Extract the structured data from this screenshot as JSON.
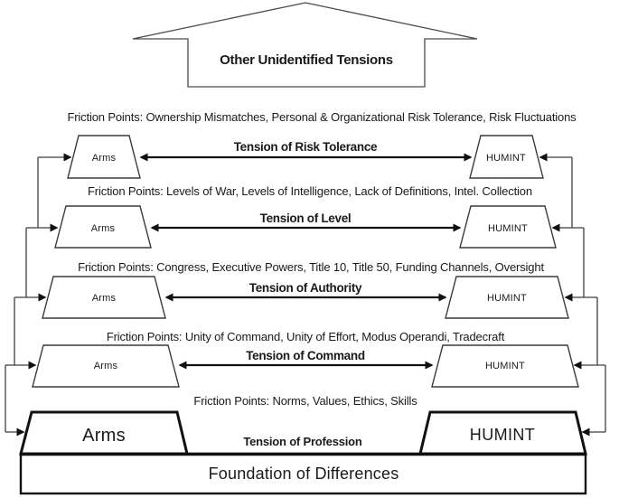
{
  "top_arrow": {
    "label": "Other Unidentified Tensions"
  },
  "rows": [
    {
      "friction": "Friction Points: Ownership Mismatches, Personal & Organizational Risk Tolerance, Risk Fluctuations",
      "tension": "Tension of Risk Tolerance",
      "left": "Arms",
      "right": "HUMINT"
    },
    {
      "friction": "Friction Points: Levels of War, Levels of Intelligence, Lack of Definitions, Intel. Collection",
      "tension": "Tension of Level",
      "left": "Arms",
      "right": "HUMINT"
    },
    {
      "friction": "Friction Points: Congress, Executive Powers, Title 10, Title 50, Funding Channels, Oversight",
      "tension": "Tension of Authority",
      "left": "Arms",
      "right": "HUMINT"
    },
    {
      "friction": "Friction Points: Unity of Command, Unity of Effort, Modus Operandi, Tradecraft",
      "tension": "Tension of Command",
      "left": "Arms",
      "right": "HUMINT"
    },
    {
      "friction": "Friction Points: Norms,  Values, Ethics,  Skills",
      "tension": "Tension of Profession",
      "left": "Arms",
      "right": "HUMINT"
    }
  ],
  "foundation": {
    "label": "Foundation of Differences"
  },
  "colors": {
    "line": "#3a3a3a",
    "arrow": "#111111",
    "text": "#1a1a1a",
    "background": "#ffffff"
  }
}
